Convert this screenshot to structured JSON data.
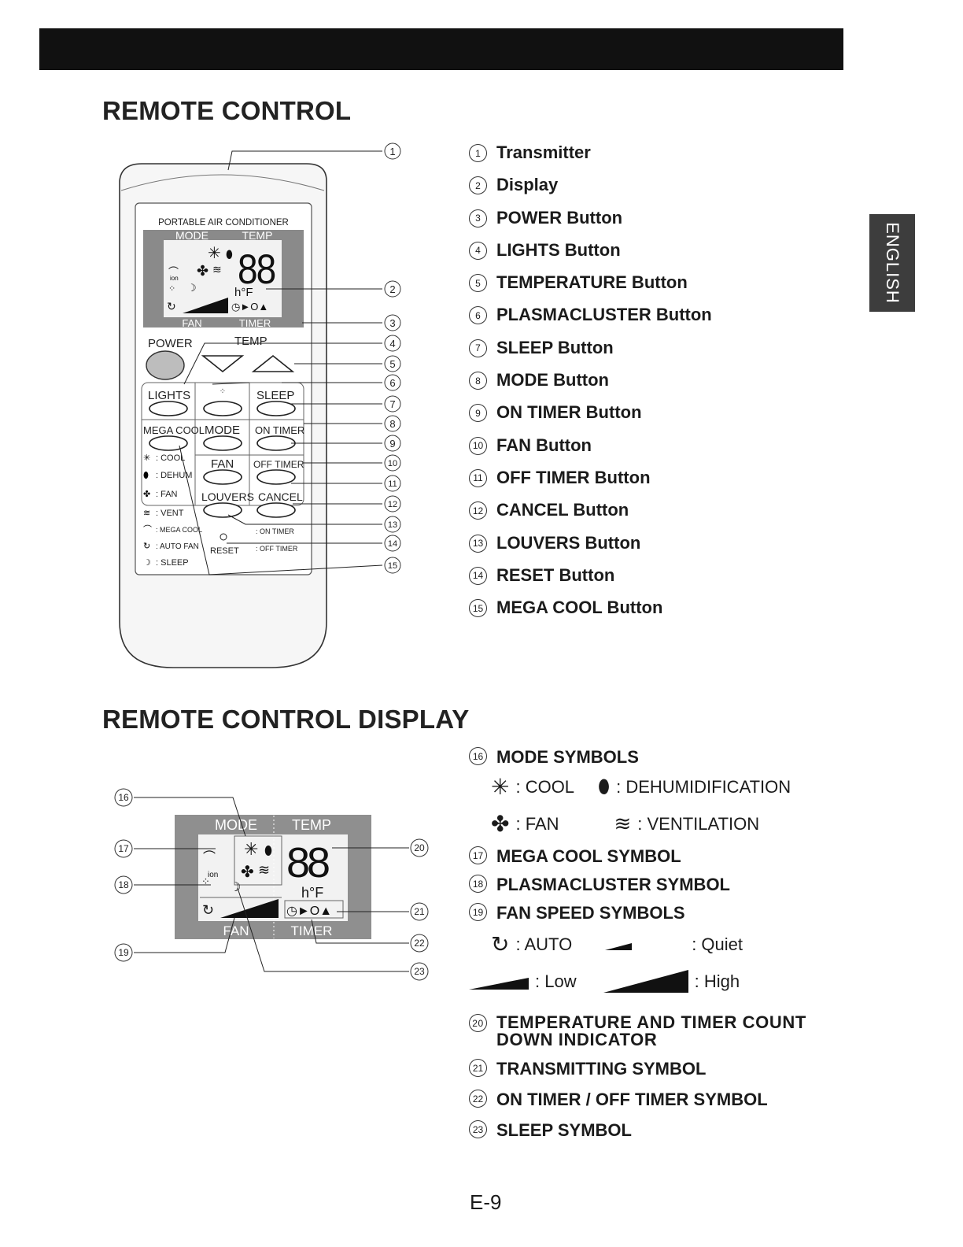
{
  "section1_title": "REMOTE CONTROL",
  "section2_title": "REMOTE CONTROL DISPLAY",
  "language_tab": "ENGLISH",
  "page_number": "E-9",
  "remote": {
    "header": "PORTABLE AIR CONDITIONER",
    "lcd": {
      "mode": "MODE",
      "temp": "TEMP",
      "fan": "FAN",
      "timer": "TIMER",
      "digits": "88",
      "unit": "h°F",
      "ion": "ion"
    },
    "labels": {
      "power": "POWER",
      "temp": "TEMP",
      "lights": "LIGHTS",
      "sleep": "SLEEP",
      "mega_cool": "MEGA COOL",
      "mode": "MODE",
      "on_timer": "ON TIMER",
      "fan": "FAN",
      "off_timer": "OFF TIMER",
      "louvers": "LOUVERS",
      "cancel": "CANCEL",
      "reset": "RESET",
      "on_timer_legend": ": ON TIMER",
      "off_timer_legend": ": OFF TIMER"
    },
    "legend": [
      ": COOL",
      ": DEHUM",
      ": FAN",
      ": VENT",
      ": MEGA COOL",
      ": AUTO FAN",
      ": SLEEP"
    ]
  },
  "callouts1": [
    "1",
    "2",
    "3",
    "4",
    "5",
    "6",
    "7",
    "8",
    "9",
    "10",
    "11",
    "12",
    "13",
    "14",
    "15"
  ],
  "callouts2": [
    "16",
    "17",
    "18",
    "19",
    "20",
    "21",
    "22",
    "23"
  ],
  "parts": [
    {
      "n": "1",
      "label": "Transmitter"
    },
    {
      "n": "2",
      "label": "Display"
    },
    {
      "n": "3",
      "label": "POWER Button"
    },
    {
      "n": "4",
      "label": "LIGHTS Button"
    },
    {
      "n": "5",
      "label": "TEMPERATURE Button"
    },
    {
      "n": "6",
      "label": "PLASMACLUSTER Button"
    },
    {
      "n": "7",
      "label": "SLEEP Button"
    },
    {
      "n": "8",
      "label": "MODE Button"
    },
    {
      "n": "9",
      "label": "ON TIMER Button"
    },
    {
      "n": "10",
      "label": "FAN Button"
    },
    {
      "n": "11",
      "label": "OFF TIMER Button"
    },
    {
      "n": "12",
      "label": "CANCEL Button"
    },
    {
      "n": "13",
      "label": "LOUVERS Button"
    },
    {
      "n": "14",
      "label": "RESET Button"
    },
    {
      "n": "15",
      "label": "MEGA COOL Button"
    }
  ],
  "display_items": {
    "d16": {
      "n": "16",
      "label": "MODE SYMBOLS"
    },
    "cool": ": COOL",
    "dehum": ": DEHUMIDIFICATION",
    "fan": ": FAN",
    "vent": ": VENTILATION",
    "d17": {
      "n": "17",
      "label": "MEGA COOL SYMBOL"
    },
    "d18": {
      "n": "18",
      "label": "PLASMACLUSTER SYMBOL"
    },
    "d19": {
      "n": "19",
      "label": "FAN SPEED SYMBOLS"
    },
    "auto": ": AUTO",
    "quiet": ": Quiet",
    "low": ": Low",
    "high": ": High",
    "d20": {
      "n": "20",
      "label1": "TEMPERATURE AND TIMER COUNT",
      "label2": "DOWN INDICATOR"
    },
    "d21": {
      "n": "21",
      "label": "TRANSMITTING SYMBOL"
    },
    "d22": {
      "n": "22",
      "label": "ON TIMER / OFF TIMER SYMBOL"
    },
    "d23": {
      "n": "23",
      "label": "SLEEP SYMBOL"
    }
  }
}
